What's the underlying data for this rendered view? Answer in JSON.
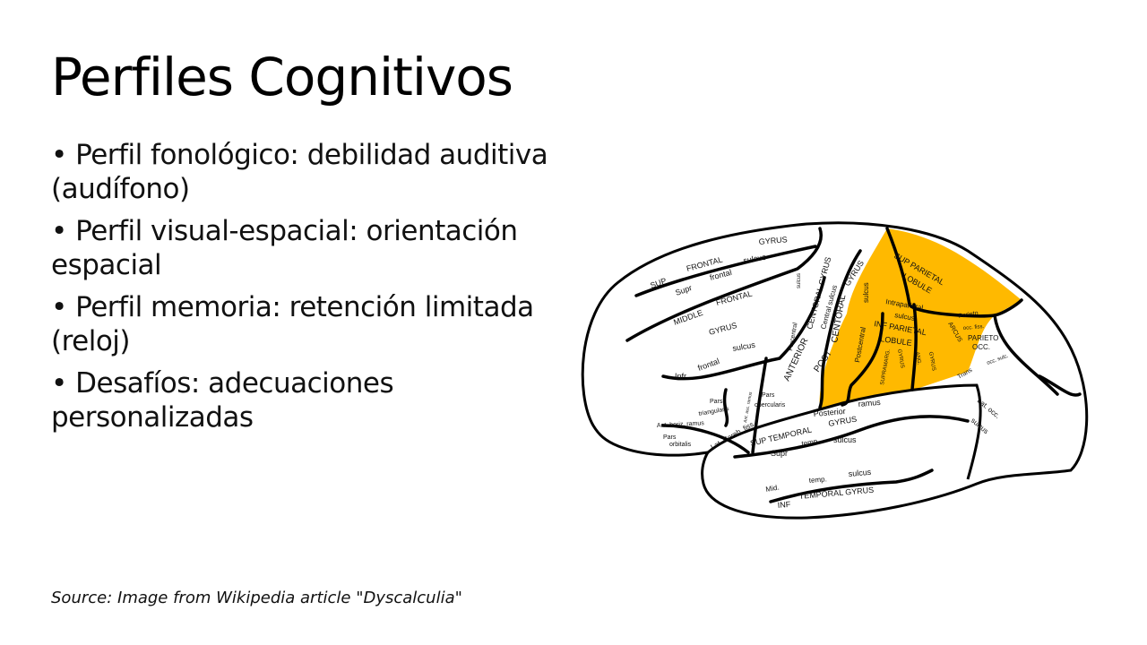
{
  "slide": {
    "title": "Perfiles Cognitivos",
    "bullets": [
      "• Perfil fonológico: debilidad auditiva (audífono)",
      "• Perfil visual-espacial: orientación espacial",
      "• Perfil memoria: retención limitada (reloj)",
      "• Desafíos: adecuaciones personalizadas"
    ],
    "source": "Source: Image from Wikipedia article \"Dyscalculia\""
  },
  "figure": {
    "highlight_color": "#FFB900",
    "labels": [
      "SUP",
      "FRONTAL",
      "GYRUS",
      "Supr",
      "frontal",
      "sulcus",
      "MIDDLE",
      "FRONTAL",
      "GYRUS",
      "Infr",
      "frontal",
      "sulcus",
      "sulcus",
      "Precentral",
      "ANTERIOR",
      "CENTORAL GYRUS",
      "Central sulcus",
      "POST",
      "CENTORAL",
      "GYRUS",
      "sulcus",
      "Postcentral",
      "SUP PARIETAL",
      "LOBULE",
      "Intraparietal",
      "sulcus",
      "INF PARIETAL",
      "LOBULE",
      "SUPRAMARG.",
      "GYRUS",
      "ANG.",
      "GYRUS",
      "Parieto",
      "ARCUS",
      "occ. fiss.",
      "PARIETO -",
      "OCC.",
      "Trans",
      "occ. sulc.",
      "Lat. occ.",
      "sulcus",
      "Pars",
      "triangularis",
      "Ant. asc. ramus",
      "Pars",
      "opercularis",
      "Ant. horiz. ramus",
      "Pars",
      "orbitalis",
      "Lat. Cereb. fiss.",
      "Posterior",
      "ramus",
      "SUP TEMPORAL",
      "GYRUS",
      "Supr",
      "temp.",
      "sulcus",
      "Mid.",
      "temp.",
      "sulcus",
      "INF",
      "TEMPORAL GYRUS"
    ]
  }
}
